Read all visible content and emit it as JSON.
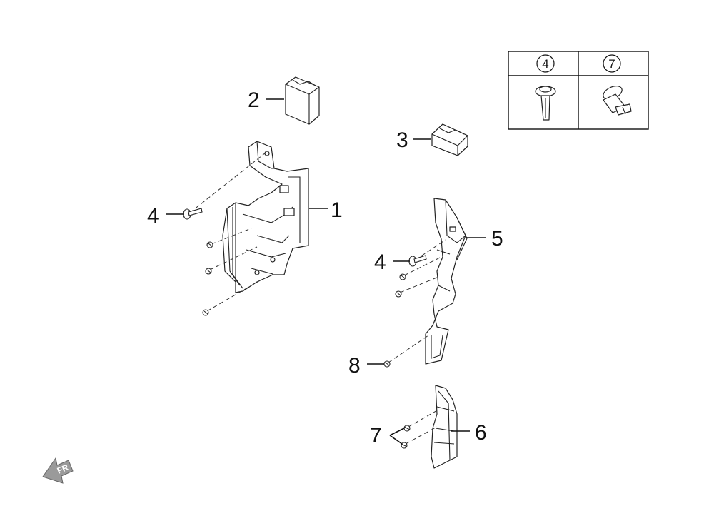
{
  "callouts": {
    "c1": "1",
    "c2": "2",
    "c3": "3",
    "c4a": "4",
    "c4b": "4",
    "c5": "5",
    "c6": "6",
    "c7": "7",
    "c8": "8"
  },
  "legend": {
    "col1": "4",
    "col2": "7"
  },
  "direction_badge": "FR"
}
